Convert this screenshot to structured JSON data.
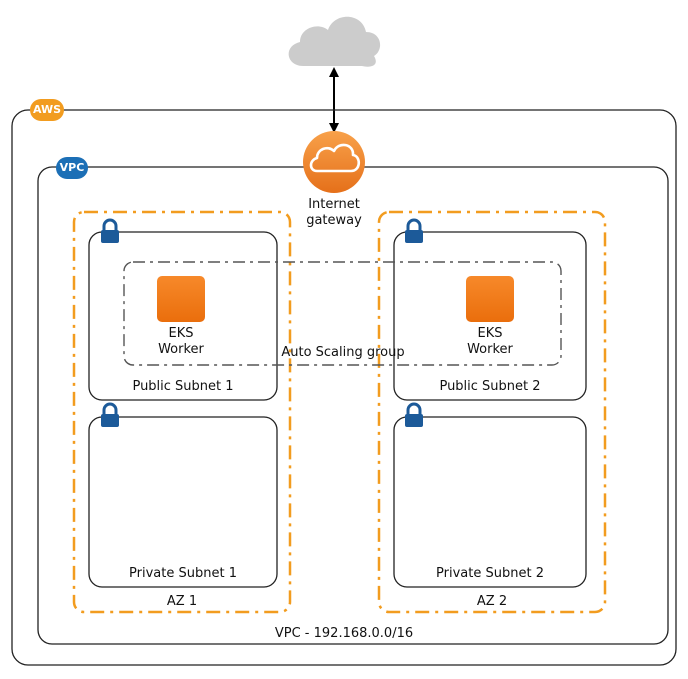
{
  "badges": {
    "aws": "AWS",
    "vpc": "VPC"
  },
  "labels": {
    "internet_gateway_line1": "Internet",
    "internet_gateway_line2": "gateway",
    "auto_scaling_group": "Auto Scaling group",
    "public_subnet_1": "Public Subnet 1",
    "public_subnet_2": "Public Subnet 2",
    "private_subnet_1": "Private Subnet 1",
    "private_subnet_2": "Private Subnet 2",
    "az_1": "AZ 1",
    "az_2": "AZ 2",
    "vpc_cidr": "VPC - 192.168.0.0/16",
    "worker_1_line1": "EKS",
    "worker_1_line2": "Worker",
    "worker_2_line1": "EKS",
    "worker_2_line2": "Worker"
  },
  "colors": {
    "aws_orange": "#f29c1f",
    "vpc_blue": "#1c6fb6",
    "lock_blue": "#1c5a99",
    "instance_orange": "#f47f16",
    "gateway_orange": "#f58536",
    "cloud_gray": "#cccccc",
    "border": "#222222"
  },
  "icons": [
    "cloud-icon",
    "internet-gateway-icon",
    "lock-icon",
    "ec2-instance-icon"
  ]
}
